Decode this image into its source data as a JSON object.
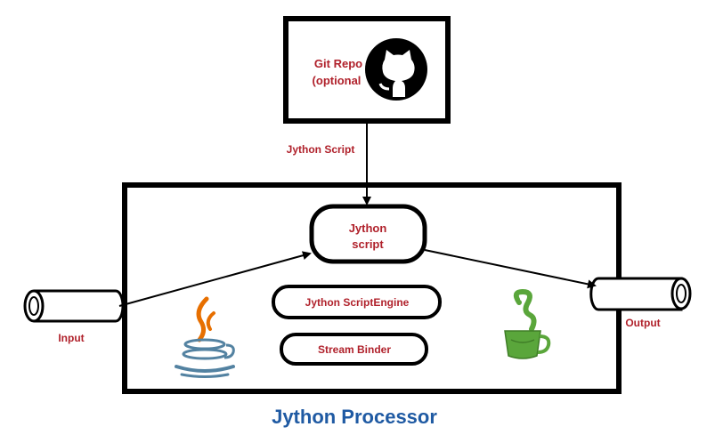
{
  "git_repo": {
    "line1": "Git Repo",
    "line2": "(optional",
    "icon": "github-octocat-icon"
  },
  "edge_labels": {
    "script_link": "Jython Script",
    "input": "Input",
    "output": "Output"
  },
  "processor": {
    "title": "Jython Processor",
    "script_node": {
      "line1": "Jython",
      "line2": "script"
    },
    "script_engine": "Jython ScriptEngine",
    "stream_binder": "Stream Binder",
    "java_icon": "java-logo-icon",
    "jython_icon": "jython-logo-icon"
  },
  "colors": {
    "label_red": "#b0212b",
    "title_blue": "#1f5aa3",
    "line": "#000000",
    "java_orange": "#e76f00",
    "java_blue": "#5382a1",
    "jython_green": "#5aa63b"
  }
}
